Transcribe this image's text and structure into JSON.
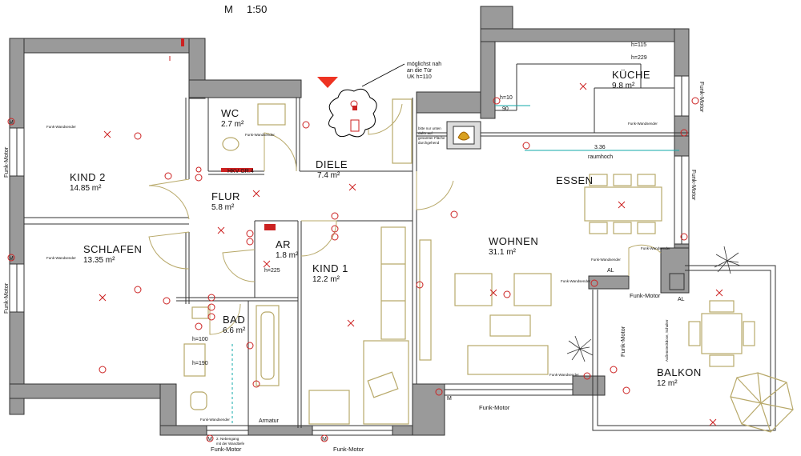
{
  "scale": {
    "letter": "M",
    "ratio": "1:50"
  },
  "rooms": {
    "kind2": {
      "name": "KIND 2",
      "area": "14.85 m²"
    },
    "schlafen": {
      "name": "SCHLAFEN",
      "area": "13.35 m²"
    },
    "wc": {
      "name": "WC",
      "area": "2.7 m²"
    },
    "diele": {
      "name": "DIELE",
      "area": "7.4 m²"
    },
    "flur": {
      "name": "FLUR",
      "area": "5.8 m²"
    },
    "ar": {
      "name": "AR",
      "area": "1.8 m²"
    },
    "kind1": {
      "name": "KIND 1",
      "area": "12.2 m²"
    },
    "bad": {
      "name": "BAD",
      "area": "6.6 m²"
    },
    "kueche": {
      "name": "KÜCHE",
      "area": "9.8 m²"
    },
    "essen": {
      "name": "ESSEN"
    },
    "wohnen": {
      "name": "WOHNEN",
      "area": "31.1 m²"
    },
    "balkon": {
      "name": "BALKON",
      "area": "12 m²"
    }
  },
  "notes": {
    "door_note_1": "möglichst nah",
    "door_note_2": "an die Tür",
    "door_note_3": "UK h=110",
    "hkv": "HKV GR.4",
    "armatur": "Armatur",
    "raumhoch": "raumhoch",
    "dim_336": "3.36",
    "dim_90": "90",
    "ar_h": "h=225",
    "bad_h100": "h=100",
    "bad_h190": "h=190",
    "kueche_h115": "h=115",
    "kueche_h229": "h=229",
    "kueche_h10": "h=10",
    "balkon_vertical": "Außensteckdose, Schalter",
    "kamin_1": "bitte nur unten",
    "kamin_2": "dafür auf",
    "kamin_3": "gesamter Fläche",
    "kamin_4": "durchgehend",
    "bad_note_1": "2. Nebengang",
    "bad_note_2": "mit der Wandtiefe"
  },
  "motors": {
    "left_top": "Funk-Motor",
    "left_bottom": "Funk-Motor",
    "right_top": "Funk-Motor",
    "right_mid": "Funk-Motor",
    "bottom_bad": "Funk-Motor",
    "bottom_kind1": "Funk-Motor",
    "bottom_wohnen": "Funk-Motor",
    "balkon_left": "Funk-Motor",
    "wohnen_al": "Funk-Motor"
  },
  "switches": {
    "label": "Funk-Wandsender"
  },
  "labels": {
    "m": "M",
    "al": "AL"
  }
}
